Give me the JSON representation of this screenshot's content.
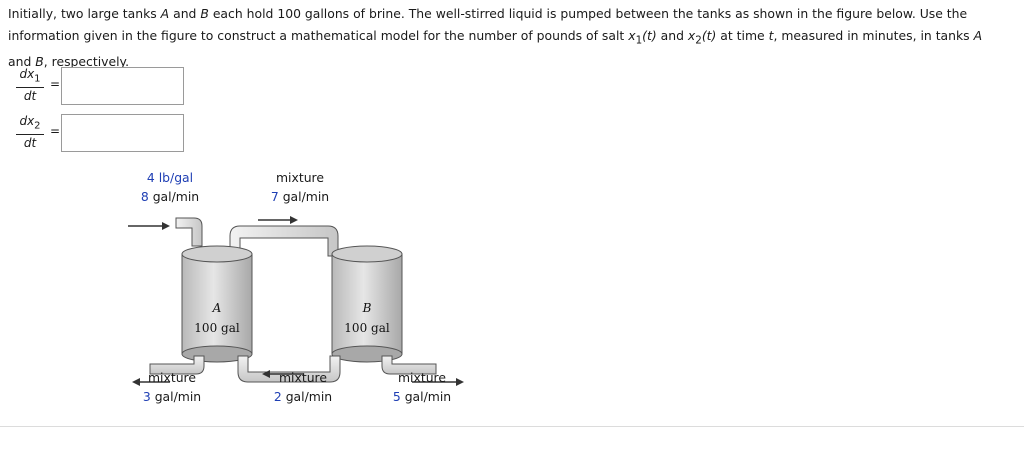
{
  "problem": {
    "p1": "Initially, two large tanks ",
    "tankA": "A",
    "p2": " and ",
    "tankB": "B",
    "p3": " each hold 100 gallons of brine. The well-stirred liquid is pumped between the tanks as shown in the figure below. Use the information given in the figure to construct a mathematical model for the number of pounds of salt ",
    "x1": "x",
    "sub1": "1",
    "t1": "(t)",
    "p4": " and ",
    "x2": "x",
    "sub2": "2",
    "t2": "(t)",
    "p5": " at time ",
    "t": "t",
    "p6": ", measured in minutes, in tanks ",
    "p7": " and ",
    "p8": ", respectively."
  },
  "equations": [
    {
      "num": "dx",
      "sub": "1",
      "den": "dt",
      "sign": "=",
      "answer": ""
    },
    {
      "num": "dx",
      "sub": "2",
      "den": "dt",
      "sign": "=",
      "answer": ""
    }
  ],
  "diagram": {
    "inflow": {
      "concentration": "4 lb/gal",
      "rate_num": "8",
      "rate_unit": " gal/min"
    },
    "a_to_b": {
      "label": "mixture",
      "rate_num": "7",
      "rate_unit": " gal/min"
    },
    "out_a": {
      "label": "mixture",
      "rate_num": "3",
      "rate_unit": " gal/min"
    },
    "b_to_a": {
      "label": "mixture",
      "rate_num": "2",
      "rate_unit": " gal/min"
    },
    "out_b": {
      "label": "mixture",
      "rate_num": "5",
      "rate_unit": " gal/min"
    },
    "tankA": {
      "name": "A",
      "volume": "100 gal"
    },
    "tankB": {
      "name": "B",
      "volume": "100 gal"
    }
  },
  "colors": {
    "accent_number": "#1f3fb4",
    "tank_fill": "#d6d6d6",
    "pipe_fill": "#e2e2e2"
  }
}
